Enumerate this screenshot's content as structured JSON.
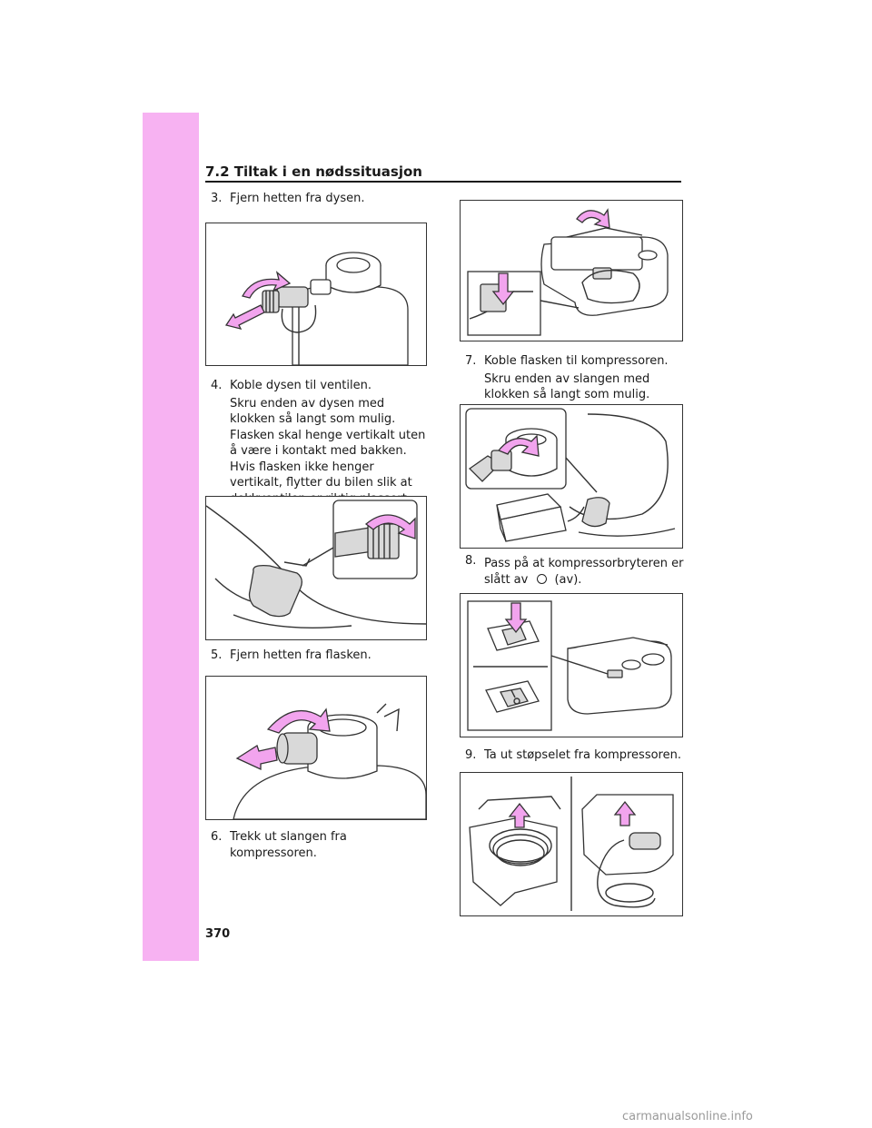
{
  "section_title": "7.2 Tiltak i en nødssituasjon",
  "page_number": "370",
  "watermark": "carmanualsonline.info",
  "steps": [
    {
      "num": "3.",
      "title": "Fjern hetten fra dysen."
    },
    {
      "num": "4.",
      "title": "Koble dysen til ventilen.",
      "text": "Skru enden av dysen med klokken så langt som mulig. Flasken skal henge vertikalt uten å være i kontakt med bakken. Hvis flasken ikke henger vertikalt, flytter du bilen slik at dekkventilen er riktig plassert."
    },
    {
      "num": "5.",
      "title": "Fjern hetten fra flasken."
    },
    {
      "num": "6.",
      "title": "Trekk ut slangen fra kompressoren."
    },
    {
      "num": "7.",
      "title": "Koble flasken til kompressoren.",
      "text": "Skru enden av slangen med klokken så langt som mulig."
    },
    {
      "num": "8.",
      "title_a": "Pass på at kompressorbryteren er slått av",
      "title_b": "(av)."
    },
    {
      "num": "9.",
      "title": "Ta ut støpselet fra kompressoren."
    }
  ],
  "icons": {
    "off_symbol": "circle-off-icon",
    "arrow_color": "#f2a4ee"
  }
}
